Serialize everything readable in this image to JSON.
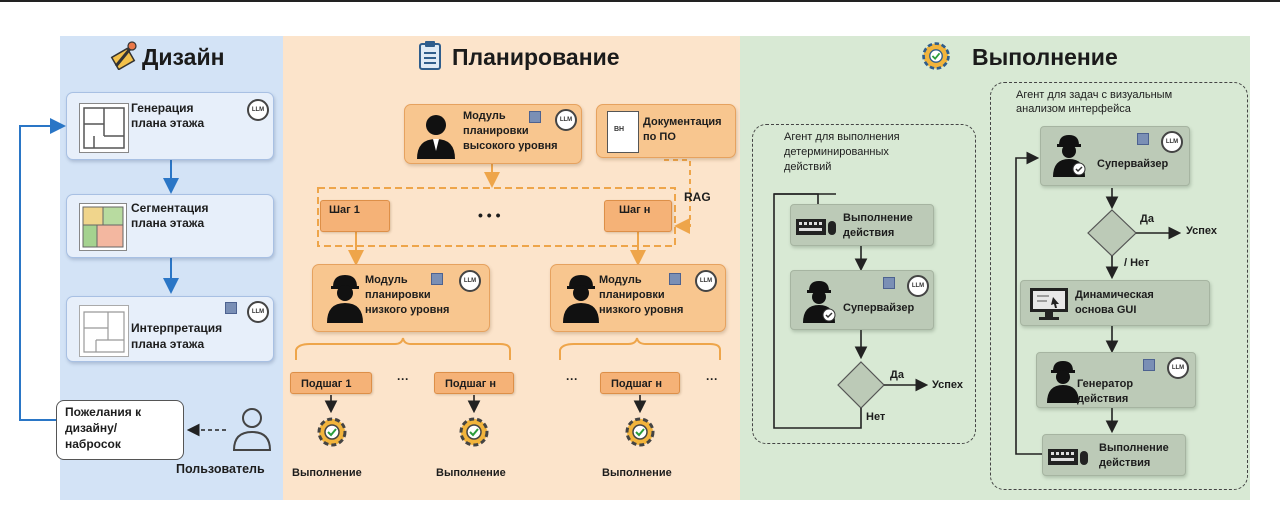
{
  "sections": {
    "design": "Дизайн",
    "planning": "Планирование",
    "execution": "Выполнение"
  },
  "design": {
    "box1": [
      "Генерация",
      "плана этажа"
    ],
    "box2": [
      "Сегментация",
      "плана этажа"
    ],
    "box3": [
      "Интерпретация",
      "плана этажа"
    ],
    "wishes": [
      "Пожелания к",
      "дизайну/",
      "набросок"
    ],
    "user": "Пользователь"
  },
  "planning": {
    "high": [
      "Модуль",
      "планировки",
      "высокого уровня"
    ],
    "docs": [
      "Документация",
      "по ПО"
    ],
    "rag": "RAG",
    "step1": "Шаг 1",
    "stepn": "Шаг н",
    "dots": "• • •",
    "low": [
      "Модуль",
      "планировки",
      "низкого уровня"
    ],
    "substep1": "Подшаг 1",
    "substepn": "Подшаг н",
    "ellipsis": "···",
    "exec": "Выполнение",
    "doc_icon_text": "ВН"
  },
  "execution": {
    "agent1_title": [
      "Агент для выполнения",
      "детерминированных",
      "действий"
    ],
    "agent2_title": [
      "Агент для задач с визуальным",
      "анализом интерфейса"
    ],
    "action_exec": [
      "Выполнение",
      "действия"
    ],
    "supervisor": "Супервайзер",
    "yes": "Да",
    "no": "Нет",
    "slash_no": "/ Нет",
    "success": "Успех",
    "dynamic_gui": [
      "Динамическая",
      "основа GUI"
    ],
    "generator": [
      "Генератор",
      "действия"
    ]
  },
  "badges": {
    "llm": "LLM"
  },
  "colors": {
    "design_bg": "#d3e3f6",
    "planning_bg": "#fce4cb",
    "execution_bg": "#d8e9d4",
    "feedback_arrow": "#2a76c6",
    "planning_arrow": "#eea54a"
  }
}
